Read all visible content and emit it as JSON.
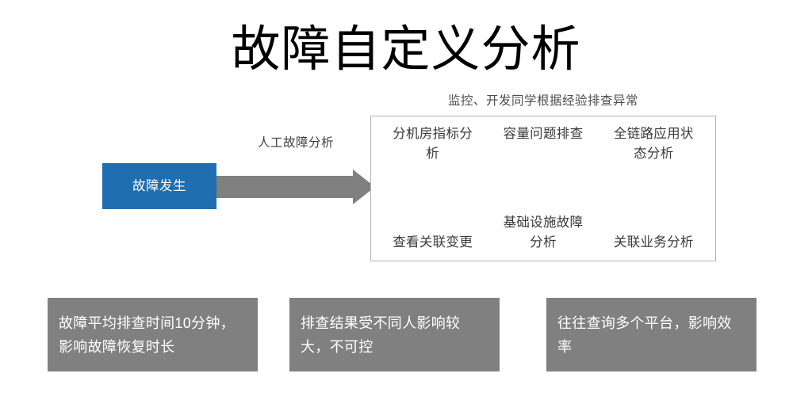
{
  "slide": {
    "title": "故障自定义分析",
    "background_color": "#ffffff"
  },
  "flow": {
    "source_box": {
      "label": "故障发生",
      "fill_color": "#1f6eb0",
      "text_color": "#ffffff"
    },
    "arrow": {
      "label": "人工故障分析",
      "color": "#808080",
      "direction": "right"
    }
  },
  "panel": {
    "caption": "监控、开发同学根据经验排查异常",
    "border_color": "#b3b3b3",
    "items": [
      {
        "label": "分机房指标分析"
      },
      {
        "label": "容量问题排查"
      },
      {
        "label": "全链路应用状态分析"
      },
      {
        "label": "查看关联变更"
      },
      {
        "label": "基础设施故障分析"
      },
      {
        "label": "关联业务分析"
      }
    ]
  },
  "callouts": {
    "fill_color": "#808080",
    "text_color": "#ffffff",
    "items": [
      {
        "text": "故障平均排查时间10分钟，影响故障恢复时长"
      },
      {
        "text": "排查结果受不同人影响较大，不可控"
      },
      {
        "text": "往往查询多个平台，影响效率"
      }
    ]
  }
}
